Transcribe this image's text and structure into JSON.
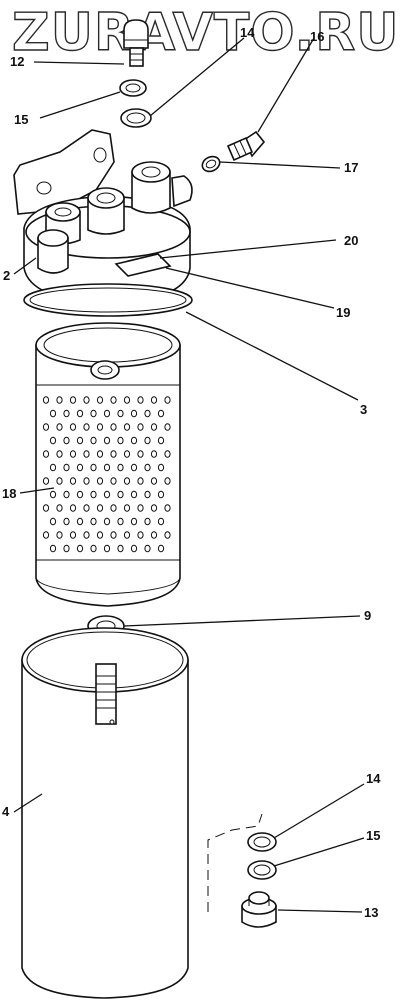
{
  "watermark": "ZURAVTO.RU",
  "labels": {
    "l12": "12",
    "l15a": "15",
    "l14a": "14",
    "l16": "16",
    "l17": "17",
    "l20": "20",
    "l2": "2",
    "l19": "19",
    "l3": "3",
    "l18": "18",
    "l9": "9",
    "l4": "4",
    "l14b": "14",
    "l15b": "15",
    "l13": "13"
  }
}
